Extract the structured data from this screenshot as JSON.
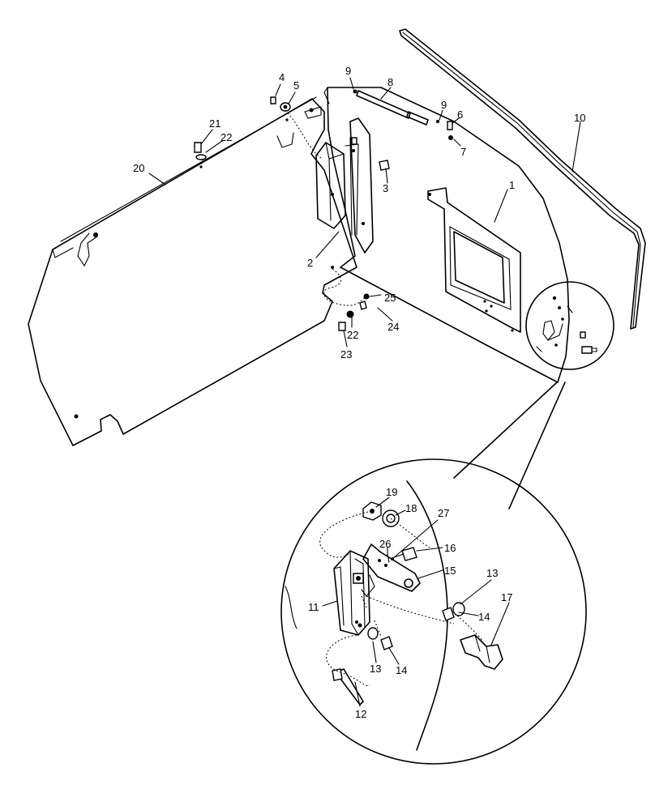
{
  "callouts": [
    {
      "id": "c1",
      "text": "1"
    },
    {
      "id": "c2",
      "text": "2"
    },
    {
      "id": "c3",
      "text": "3"
    },
    {
      "id": "c4",
      "text": "4"
    },
    {
      "id": "c5",
      "text": "5"
    },
    {
      "id": "c6",
      "text": "6"
    },
    {
      "id": "c7",
      "text": "7"
    },
    {
      "id": "c8",
      "text": "8"
    },
    {
      "id": "c9a",
      "text": "9"
    },
    {
      "id": "c9b",
      "text": "9"
    },
    {
      "id": "c10",
      "text": "10"
    },
    {
      "id": "c11",
      "text": "11"
    },
    {
      "id": "c12",
      "text": "12"
    },
    {
      "id": "c13a",
      "text": "13"
    },
    {
      "id": "c13b",
      "text": "13"
    },
    {
      "id": "c14a",
      "text": "14"
    },
    {
      "id": "c14b",
      "text": "14"
    },
    {
      "id": "c15",
      "text": "15"
    },
    {
      "id": "c16",
      "text": "16"
    },
    {
      "id": "c17",
      "text": "17"
    },
    {
      "id": "c18",
      "text": "18"
    },
    {
      "id": "c19",
      "text": "19"
    },
    {
      "id": "c20",
      "text": "20"
    },
    {
      "id": "c21",
      "text": "21"
    },
    {
      "id": "c22a",
      "text": "22"
    },
    {
      "id": "c22b",
      "text": "22"
    },
    {
      "id": "c23",
      "text": "23"
    },
    {
      "id": "c24",
      "text": "24"
    },
    {
      "id": "c25",
      "text": "25"
    },
    {
      "id": "c26",
      "text": "26"
    },
    {
      "id": "c27",
      "text": "27"
    }
  ]
}
